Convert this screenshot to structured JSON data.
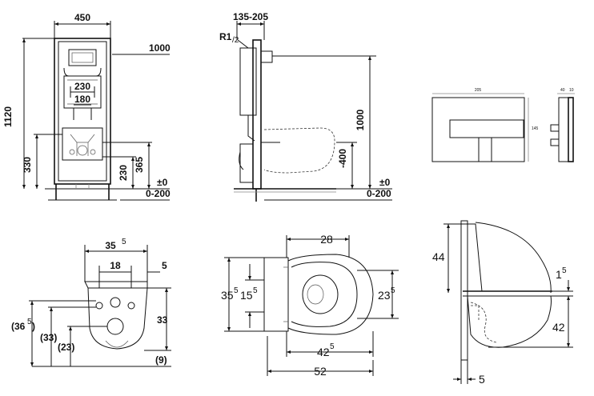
{
  "frame_front": {
    "width": "450",
    "height": "1120",
    "top_ref": "1000",
    "pipe_span": "230",
    "pipe_inner": "180",
    "bottom_330": "330",
    "bottom_230": "230",
    "bottom_365": "365",
    "zero": "±0",
    "floor": "0-200"
  },
  "frame_side": {
    "depth": "135-205",
    "thread_main": "R1",
    "thread_sub": "/2",
    "height": "1000",
    "outlet": "-400",
    "zero": "±0",
    "floor": "0-200"
  },
  "plate": {
    "w": "205",
    "h": "145",
    "d1": "40",
    "d2": "10"
  },
  "bowl_front": {
    "w35": "35",
    "w35_sup": "5",
    "w18": "18",
    "w5": "5",
    "h33": "33",
    "h36": "(36",
    "h36_sup": "5",
    "h36_close": ")",
    "h33p": "(33)",
    "h23p": "(23)",
    "h9p": "(9)"
  },
  "bowl_top": {
    "w28": "28",
    "h35": "35",
    "h35_sup": "5",
    "h15": "15",
    "h15_sup": "5",
    "h23": "23",
    "h23_sup": "5",
    "w42": "42",
    "w42_sup": "5",
    "w52": "52"
  },
  "bowl_side": {
    "h44": "44",
    "h1": "1",
    "h1_sup": "5",
    "h42": "42",
    "w5": "5"
  }
}
